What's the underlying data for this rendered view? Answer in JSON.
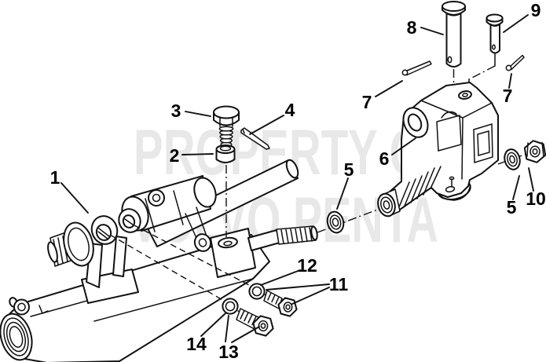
{
  "watermark": {
    "line1": "PROPERTY OF",
    "line2": "VOLVO PENTA"
  },
  "colors": {
    "background": "#ffffff",
    "line_art": "#111111",
    "watermark": "#e8e8e8",
    "callout_text": "#000000"
  },
  "callouts": {
    "c1": {
      "label": "1"
    },
    "c2": {
      "label": "2"
    },
    "c3": {
      "label": "3"
    },
    "c4": {
      "label": "4"
    },
    "c5a": {
      "label": "5"
    },
    "c5b": {
      "label": "5"
    },
    "c6": {
      "label": "6"
    },
    "c7a": {
      "label": "7"
    },
    "c7b": {
      "label": "7"
    },
    "c8": {
      "label": "8"
    },
    "c9": {
      "label": "9"
    },
    "c10": {
      "label": "10"
    },
    "c11": {
      "label": "11"
    },
    "c12": {
      "label": "12"
    },
    "c13": {
      "label": "13"
    },
    "c14": {
      "label": "14"
    }
  }
}
